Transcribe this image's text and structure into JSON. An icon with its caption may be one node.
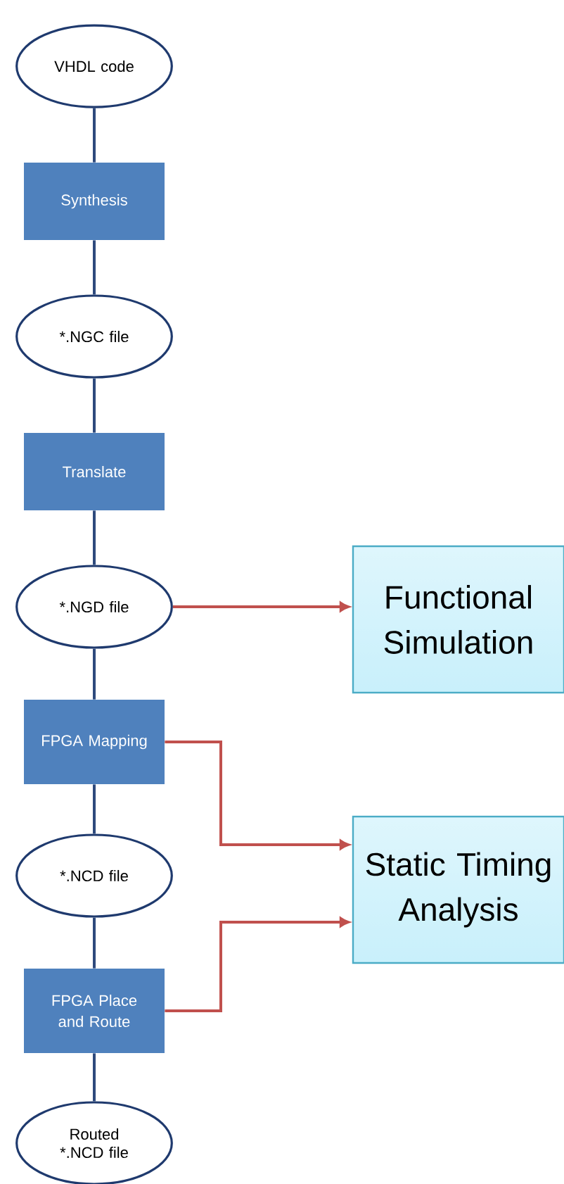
{
  "diagram": {
    "nodes": [
      {
        "text": [
          "VHDL code"
        ]
      },
      {
        "text": [
          "Synthesis"
        ]
      },
      {
        "text": [
          "*.NGC file"
        ]
      },
      {
        "text": [
          "Translate"
        ]
      },
      {
        "text": [
          "*.NGD file"
        ]
      },
      {
        "text": [
          "FPGA Mapping"
        ]
      },
      {
        "text": [
          "*.NCD file"
        ]
      },
      {
        "text": [
          "FPGA Place and Route"
        ]
      },
      {
        "text": [
          "Routed *.NCD file"
        ]
      },
      {
        "text": [
          "Functional Simulation"
        ]
      },
      {
        "text": [
          "Static Timing Analysis"
        ]
      }
    ],
    "edges": [
      {
        "from": 0,
        "to": 1,
        "arrow": "none"
      },
      {
        "from": 1,
        "to": 2,
        "arrow": "none"
      },
      {
        "from": 2,
        "to": 3,
        "arrow": "none"
      },
      {
        "from": 3,
        "to": 4,
        "arrow": "none"
      },
      {
        "from": 4,
        "to": 5,
        "arrow": "none"
      },
      {
        "from": 5,
        "to": 6,
        "arrow": "none"
      },
      {
        "from": 6,
        "to": 7,
        "arrow": "none"
      },
      {
        "from": 7,
        "to": 8,
        "arrow": "none"
      },
      {
        "from": 4,
        "to": 9,
        "arrow": "to",
        "color": "#c0504d"
      },
      {
        "from": 5,
        "to": 10,
        "arrow": "to",
        "color": "#c0504d"
      },
      {
        "from": 7,
        "to": 10,
        "arrow": "to",
        "color": "#c0504d"
      }
    ]
  }
}
